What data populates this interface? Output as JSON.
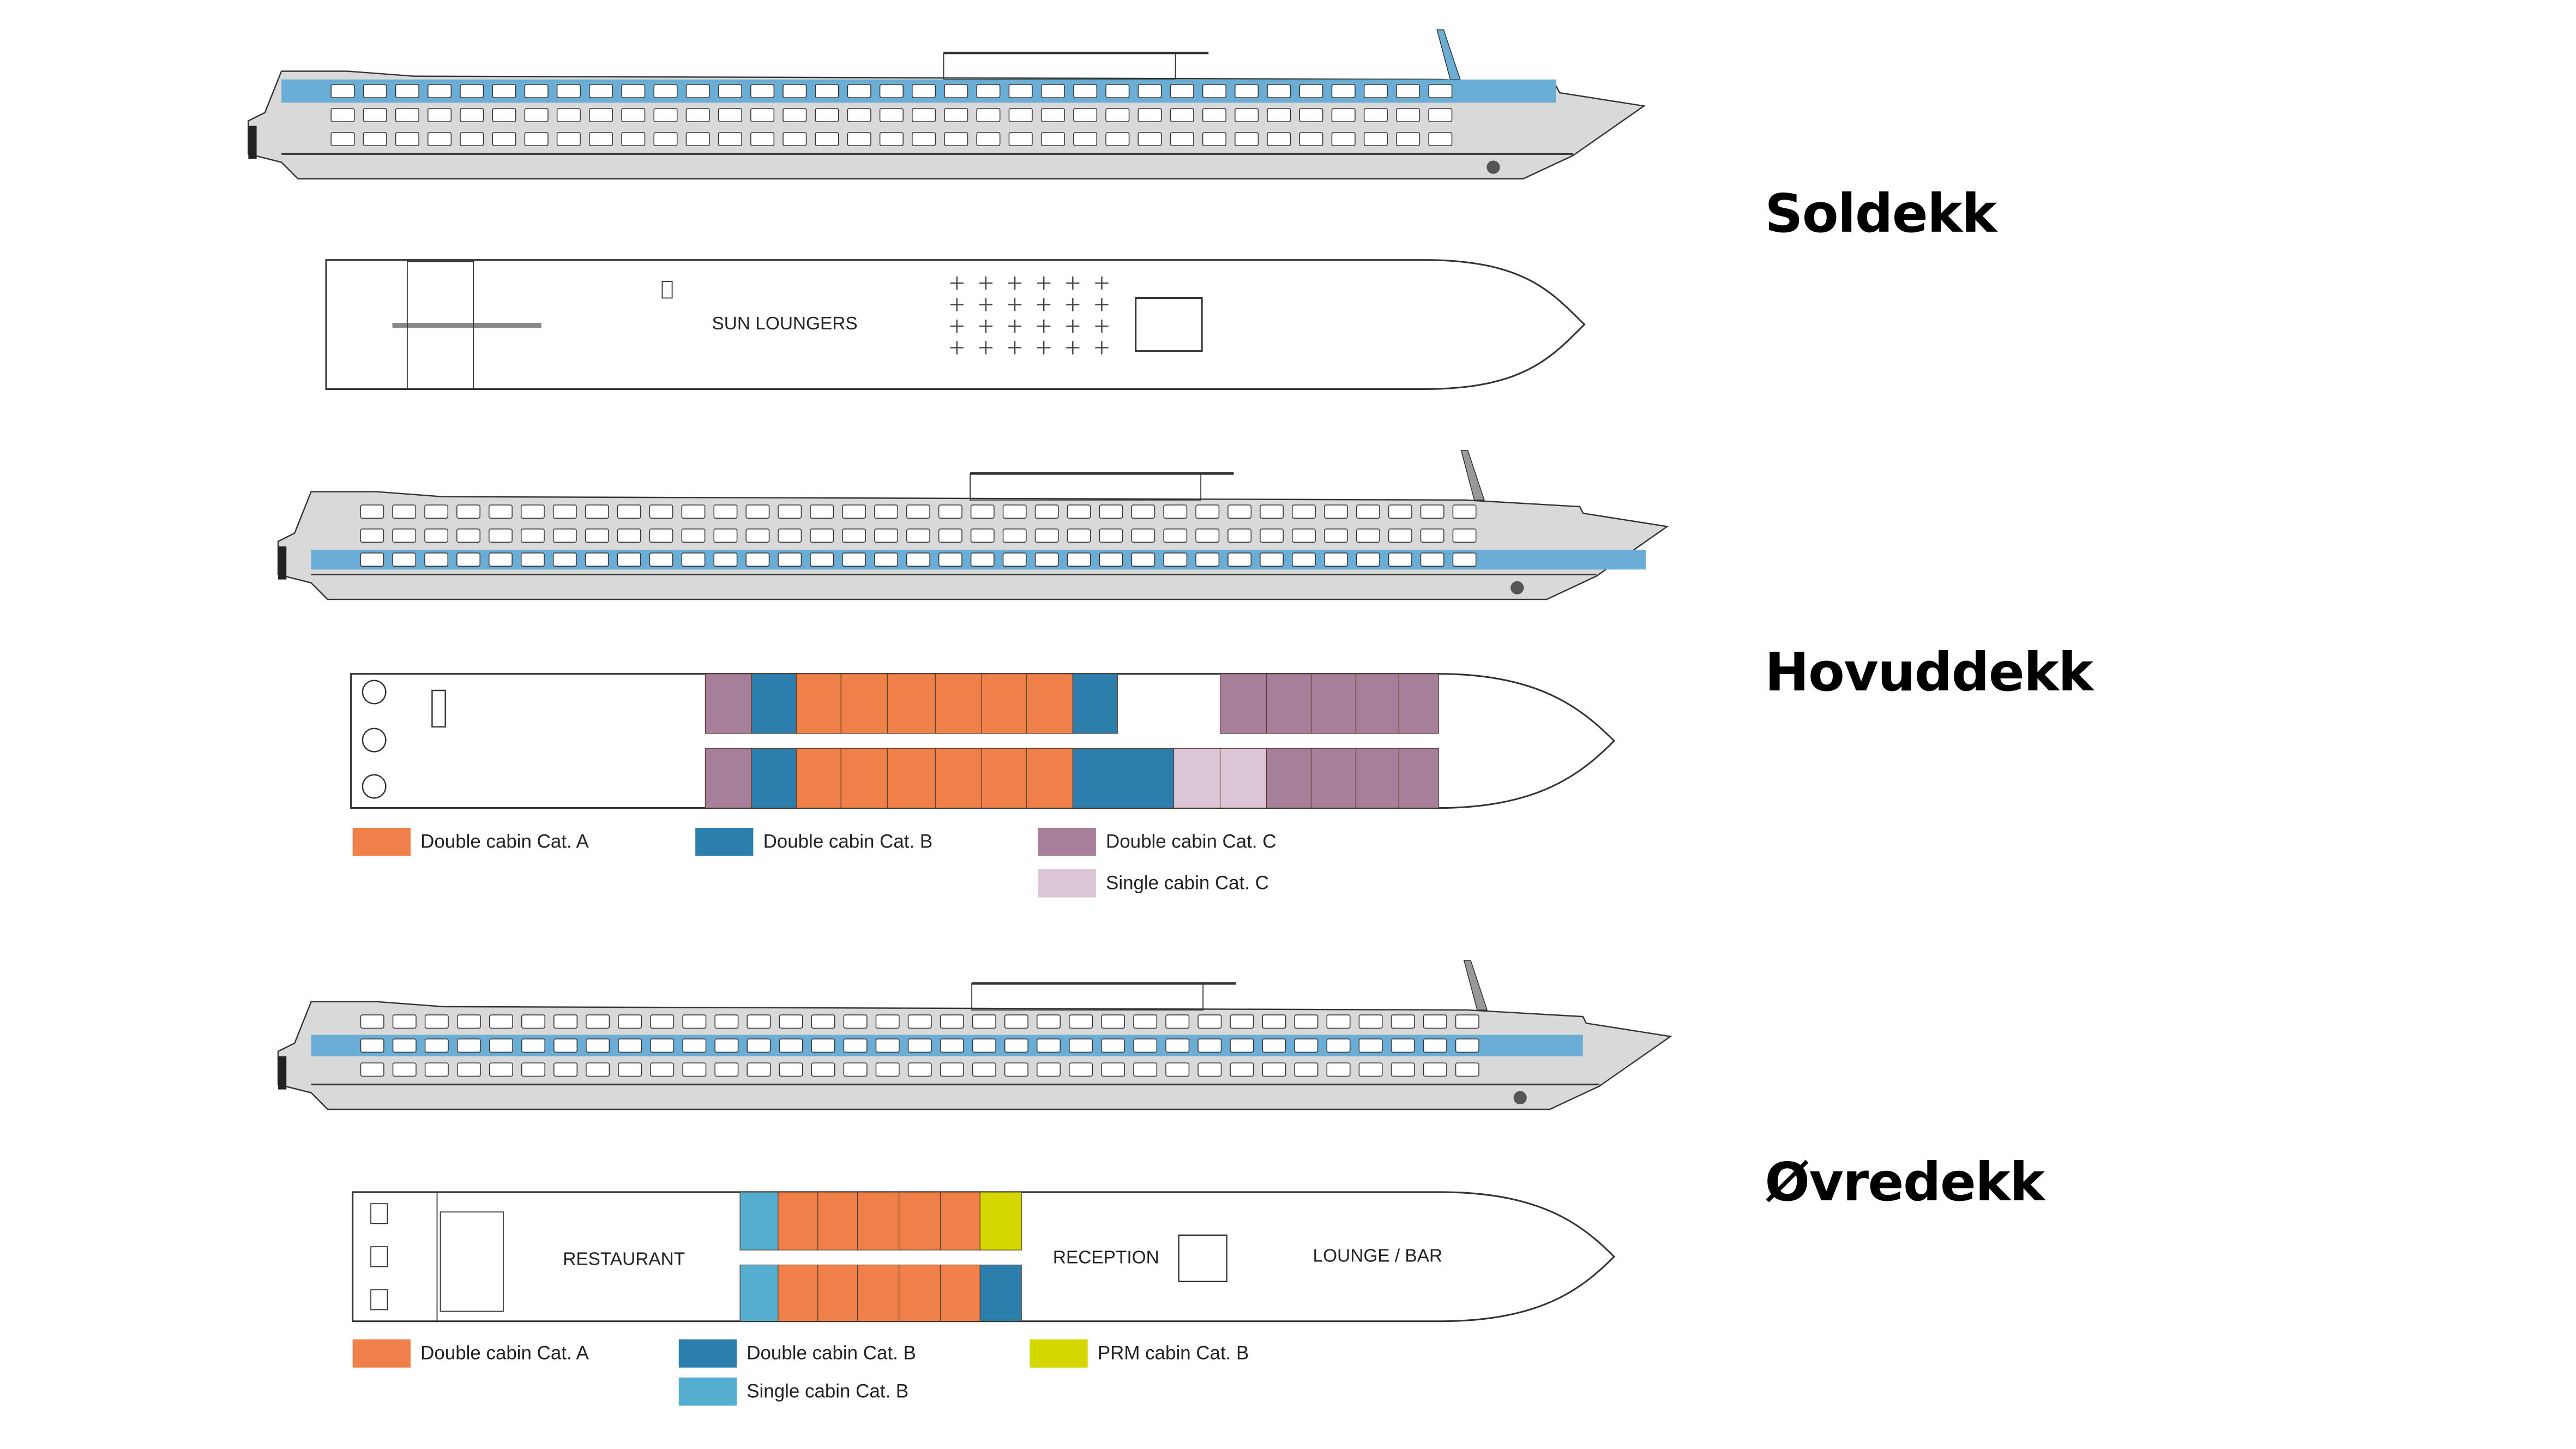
{
  "decks": {
    "sun": {
      "title": "Soldekk",
      "labels": {
        "sun_loungers": "SUN LOUNGERS"
      }
    },
    "main": {
      "title": "Hovuddekk",
      "top_row": [
        "C",
        "B",
        "A",
        "A",
        "A",
        "A",
        "A",
        "A",
        "B",
        null,
        "C",
        "C",
        "C",
        "C",
        "C"
      ],
      "bottom_row": [
        "C",
        "B",
        "A",
        "A",
        "A",
        "A",
        "A",
        "A",
        "B",
        "SC",
        "SC",
        "C",
        "C",
        "C",
        "C"
      ],
      "legend": [
        {
          "key": "A",
          "label": "Double cabin Cat. A",
          "color": "#f08049"
        },
        {
          "key": "B",
          "label": "Double cabin Cat. B",
          "color": "#2c7fad"
        },
        {
          "key": "C",
          "label": "Double cabin Cat. C",
          "color": "#a67f9b"
        },
        {
          "key": "SC",
          "label": "Single cabin Cat. C",
          "color": "#dcc6d5"
        }
      ]
    },
    "upper": {
      "title": "Øvredekk",
      "labels": {
        "restaurant": "RESTAURANT",
        "reception": "RECEPTION",
        "lounge": "LOUNGE / BAR"
      },
      "top_row": [
        "SB",
        "A",
        "A",
        "A",
        "A",
        "A",
        "PRM"
      ],
      "bottom_row": [
        "SB",
        "A",
        "A",
        "A",
        "A",
        "A",
        "B"
      ],
      "legend": [
        {
          "key": "A",
          "label": "Double cabin Cat. A",
          "color": "#f08049"
        },
        {
          "key": "B",
          "label": "Double cabin Cat. B",
          "color": "#2c7fad"
        },
        {
          "key": "PRM",
          "label": "PRM cabin Cat. B",
          "color": "#d4d800"
        },
        {
          "key": "SB",
          "label": "Single cabin Cat. B",
          "color": "#55aed0"
        }
      ]
    }
  },
  "colors": {
    "hull": "#d9d9d9",
    "highlight": "#6aaed6",
    "outline": "#333333"
  }
}
